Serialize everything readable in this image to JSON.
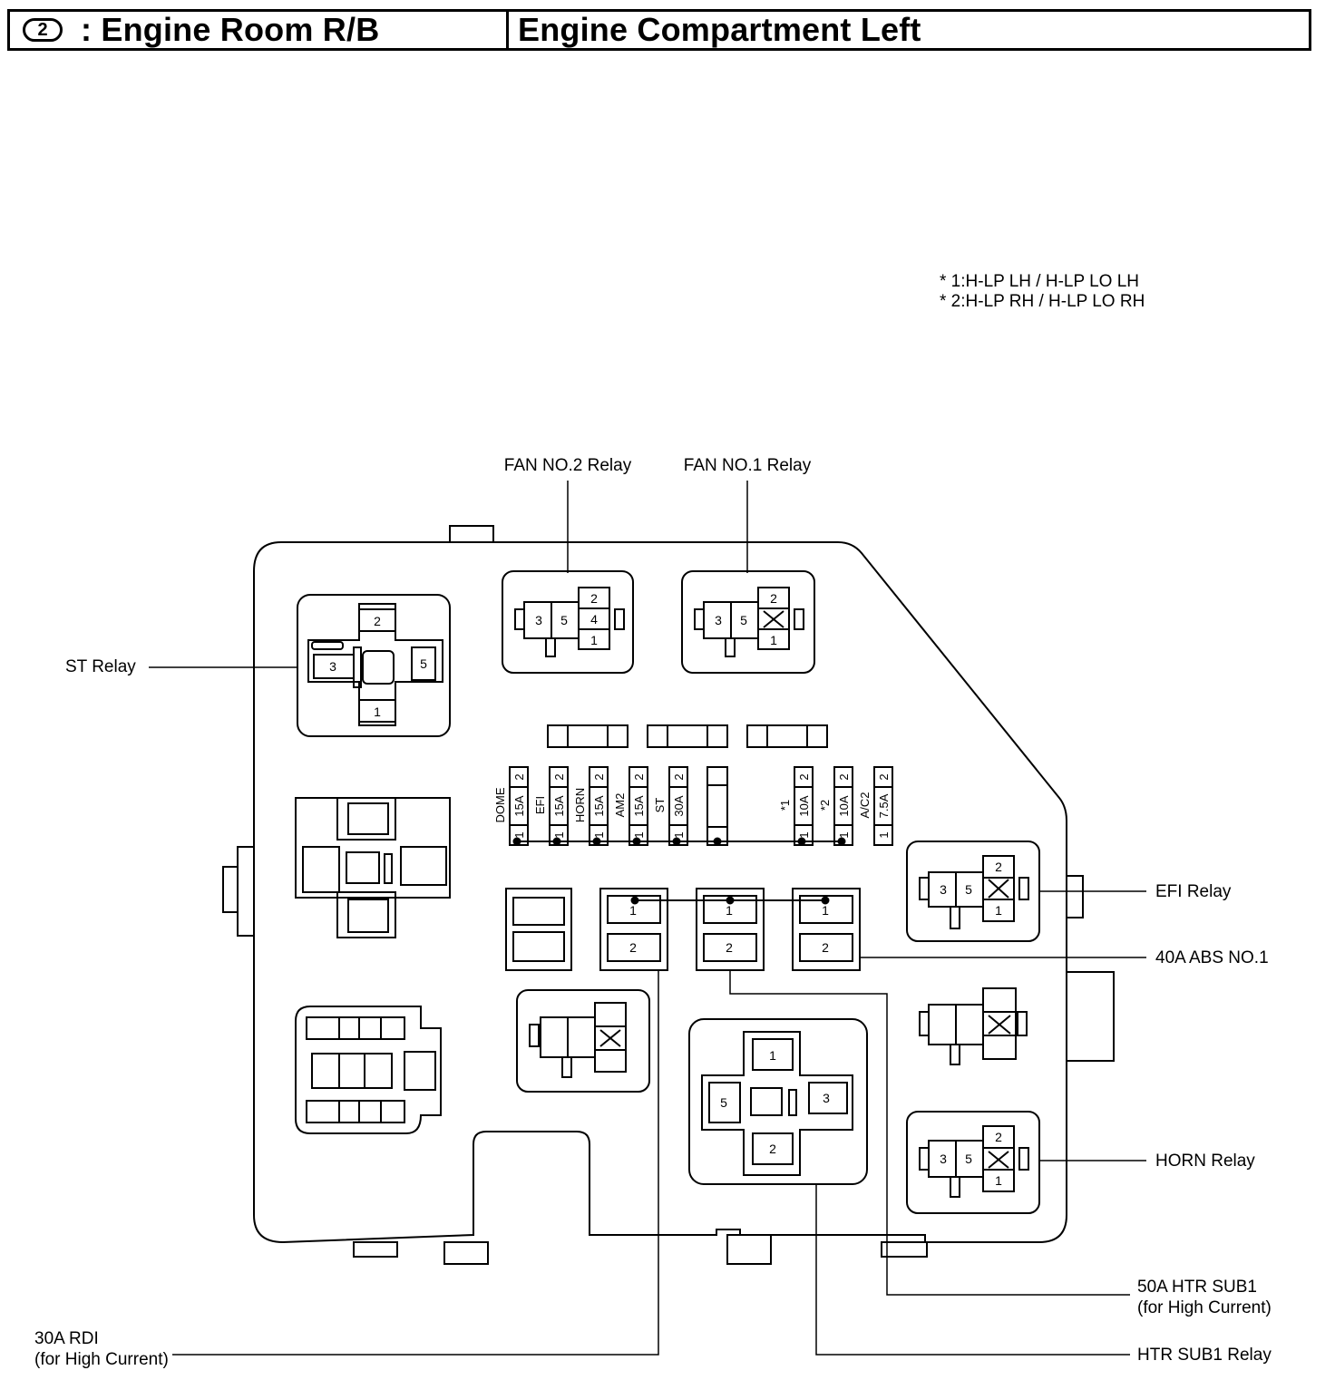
{
  "header": {
    "badge": "2",
    "title_left": ": Engine Room R/B",
    "title_right": "Engine Compartment Left"
  },
  "notes": [
    "* 1:H-LP LH / H-LP LO LH",
    "* 2:H-LP RH / H-LP LO RH"
  ],
  "callouts": {
    "fan2": "FAN NO.2 Relay",
    "fan1": "FAN NO.1 Relay",
    "st": "ST Relay",
    "efi": "EFI Relay",
    "abs": "40A ABS NO.1",
    "horn": "HORN Relay",
    "htrsub1": "50A HTR SUB1",
    "htrsub1_note": "(for High Current)",
    "rdi": "30A RDI",
    "rdi_note": "(for High Current)",
    "htrrelay": "HTR SUB1 Relay"
  },
  "fuses": [
    {
      "name": "DOME",
      "rating": "15A",
      "top": "2",
      "bottom": "1"
    },
    {
      "name": "EFI",
      "rating": "15A",
      "top": "2",
      "bottom": "1"
    },
    {
      "name": "HORN",
      "rating": "15A",
      "top": "2",
      "bottom": "1"
    },
    {
      "name": "AM2",
      "rating": "15A",
      "top": "2",
      "bottom": "1"
    },
    {
      "name": "ST",
      "rating": "30A",
      "top": "2",
      "bottom": "1"
    },
    {
      "name": "*1",
      "rating": "10A",
      "top": "2",
      "bottom": "1"
    },
    {
      "name": "*2",
      "rating": "10A",
      "top": "2",
      "bottom": "1"
    },
    {
      "name": "A/C2",
      "rating": "7.5A",
      "top": "2",
      "bottom": "1"
    }
  ],
  "pins": {
    "p1": "1",
    "p2": "2",
    "p3": "3",
    "p4": "4",
    "p5": "5"
  }
}
